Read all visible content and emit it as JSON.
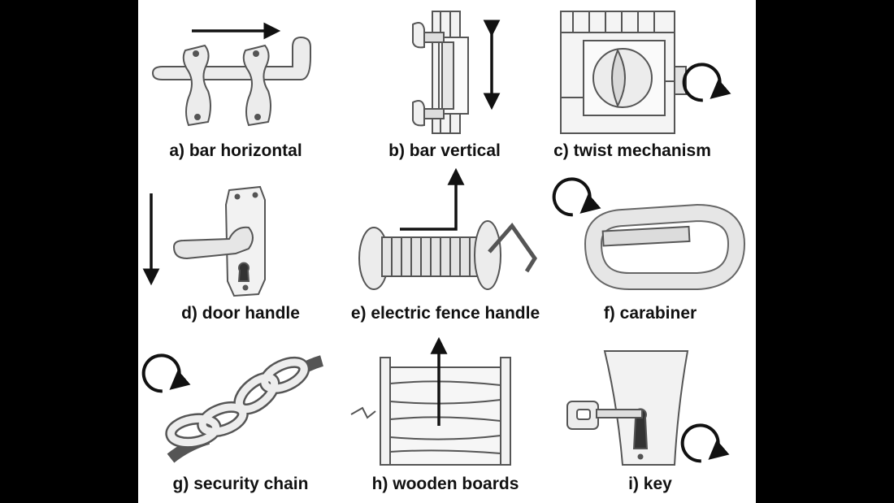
{
  "colors": {
    "background": "#000000",
    "panel": "#ffffff",
    "ink": "#111111",
    "sketch": "#555555",
    "fill": "#e9e9e9"
  },
  "items": [
    {
      "label": "a) bar horizontal",
      "icon": "bar-horizontal-latch-icon",
      "motion": "arrow-right"
    },
    {
      "label": "b) bar vertical",
      "icon": "bar-vertical-latch-icon",
      "motion": "arrow-up-down"
    },
    {
      "label": "c) twist mechanism",
      "icon": "twist-knob-icon",
      "motion": "rotate-clockwise"
    },
    {
      "label": "d) door handle",
      "icon": "door-handle-icon",
      "motion": "arrow-down"
    },
    {
      "label": "e) electric fence handle",
      "icon": "fence-handle-icon",
      "motion": "arrow-up-corner"
    },
    {
      "label": "f) carabiner",
      "icon": "carabiner-icon",
      "motion": "rotate-clockwise"
    },
    {
      "label": "g) security chain",
      "icon": "chain-icon",
      "motion": "rotate-clockwise"
    },
    {
      "label": "h) wooden boards",
      "icon": "wooden-boards-icon",
      "motion": "arrow-up"
    },
    {
      "label": "i) key",
      "icon": "key-icon",
      "motion": "rotate-clockwise"
    }
  ]
}
